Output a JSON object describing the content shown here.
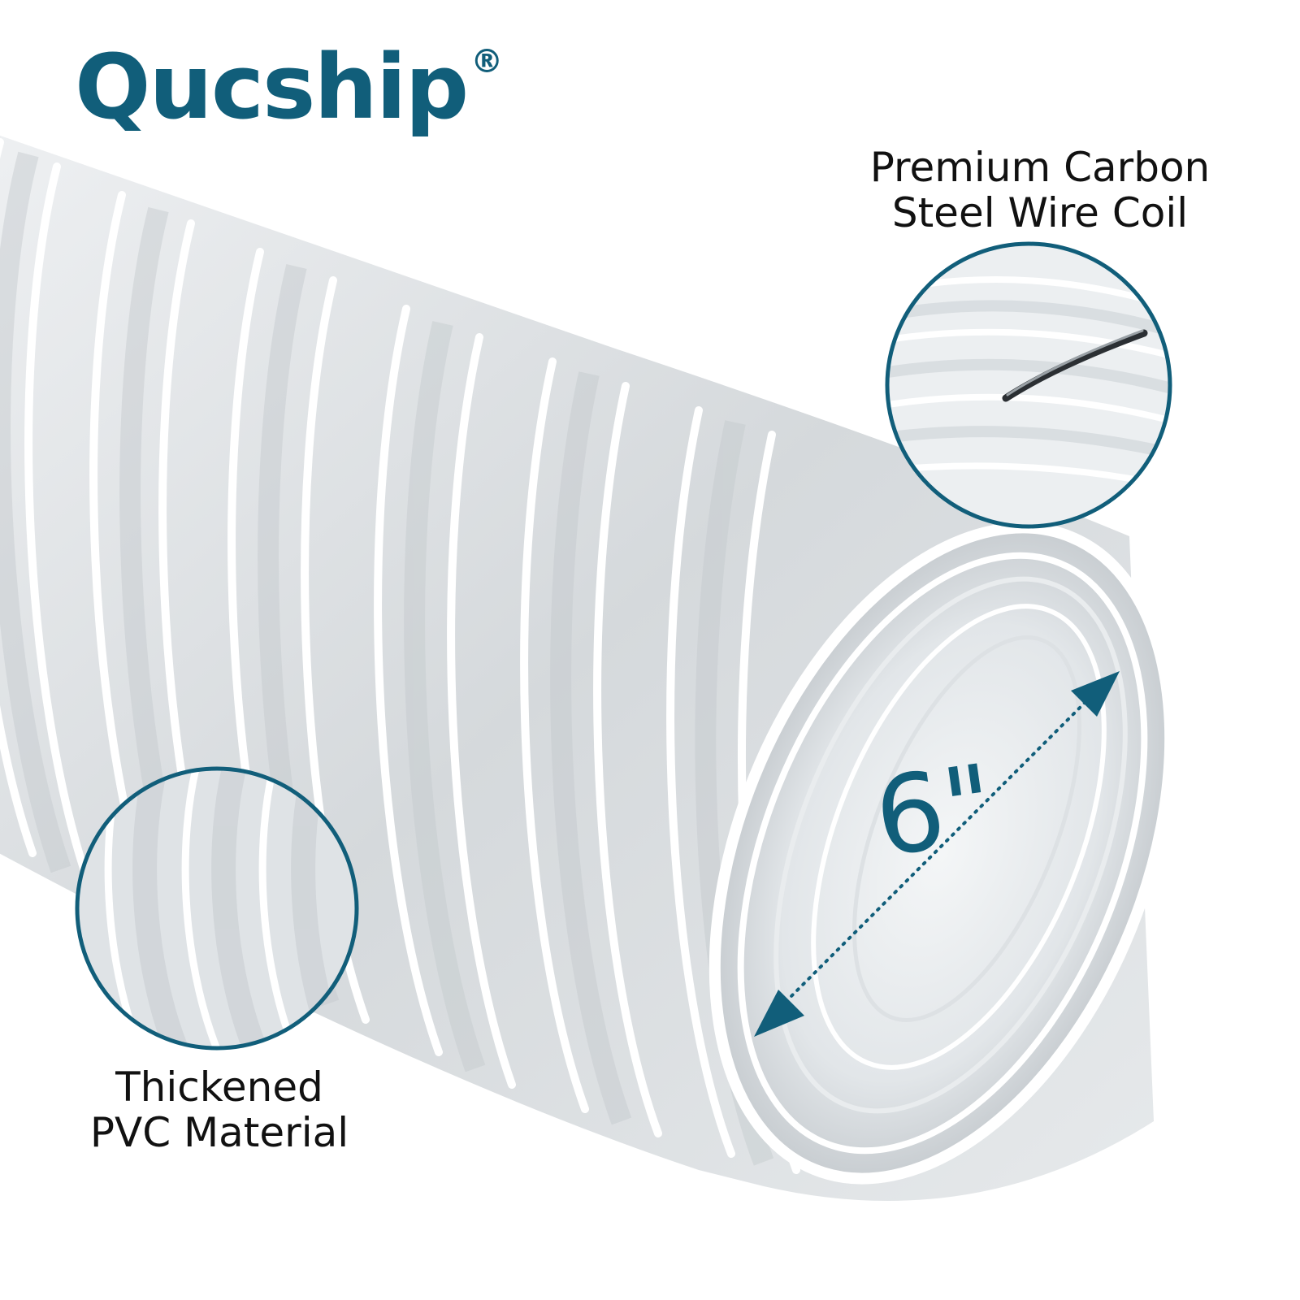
{
  "brand": {
    "name": "Qucship",
    "registered_mark": "®",
    "color": "#115e7a"
  },
  "callouts": {
    "wire": {
      "line1": "Premium Carbon",
      "line2": "Steel Wire Coil"
    },
    "material": {
      "line1": "Thickened",
      "line2": "PVC Material"
    }
  },
  "dimension": {
    "label": "6\""
  },
  "colors": {
    "accent": "#115e7a",
    "text": "#111111",
    "hose_wire": "#ffffff",
    "hose_body": "#d9dde0"
  }
}
